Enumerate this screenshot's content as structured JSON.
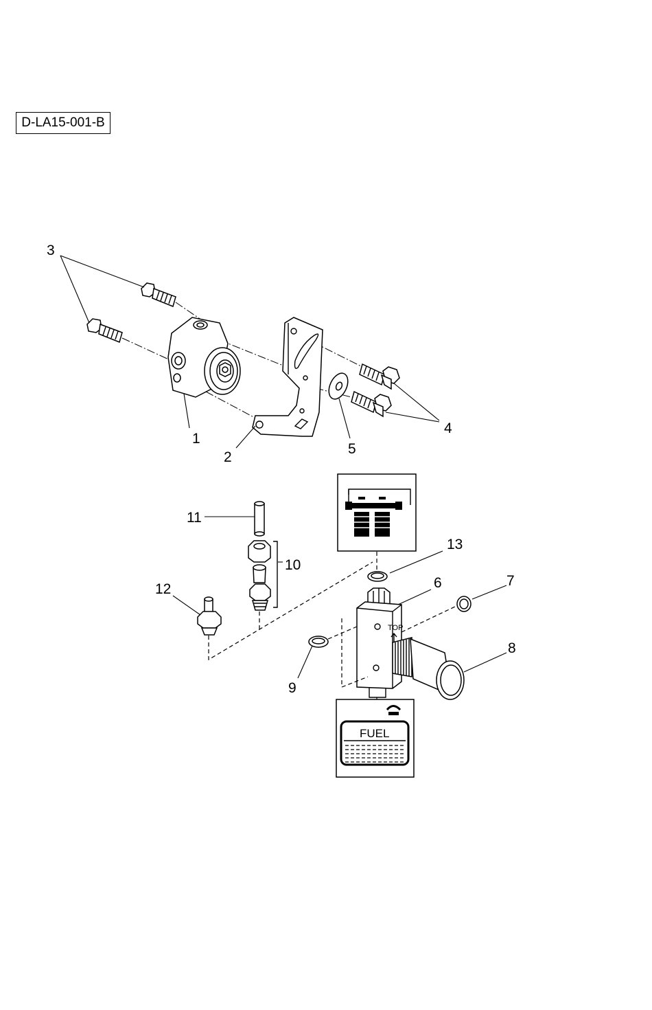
{
  "figure_ref": "D-LA15-001-B",
  "callouts": {
    "c1": "1",
    "c2": "2",
    "c3": "3",
    "c4": "4",
    "c5": "5",
    "c6": "6",
    "c7": "7",
    "c8": "8",
    "c9": "9",
    "c10": "10",
    "c11": "11",
    "c12": "12",
    "c13": "13"
  },
  "fuel_label": "FUEL",
  "top_mark": "TOP"
}
